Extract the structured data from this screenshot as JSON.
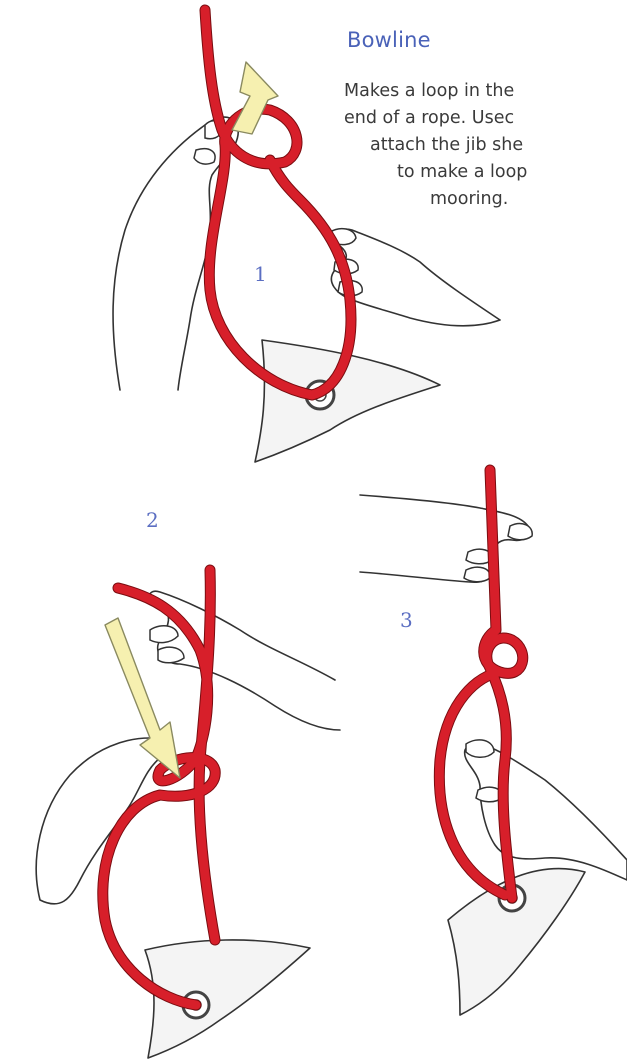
{
  "header": {
    "title": "Bowline",
    "description_lines": [
      "Makes a loop in the",
      "end of a rope. Usec",
      "attach the jib she",
      "to make a loop",
      "mooring."
    ]
  },
  "steps": [
    {
      "label": "1"
    },
    {
      "label": "2"
    },
    {
      "label": "3"
    }
  ],
  "colors": {
    "rope": "#d71f2a",
    "arrow": "#f6f0b0",
    "title": "#4a62b8",
    "step_number": "#5b6ec2"
  }
}
